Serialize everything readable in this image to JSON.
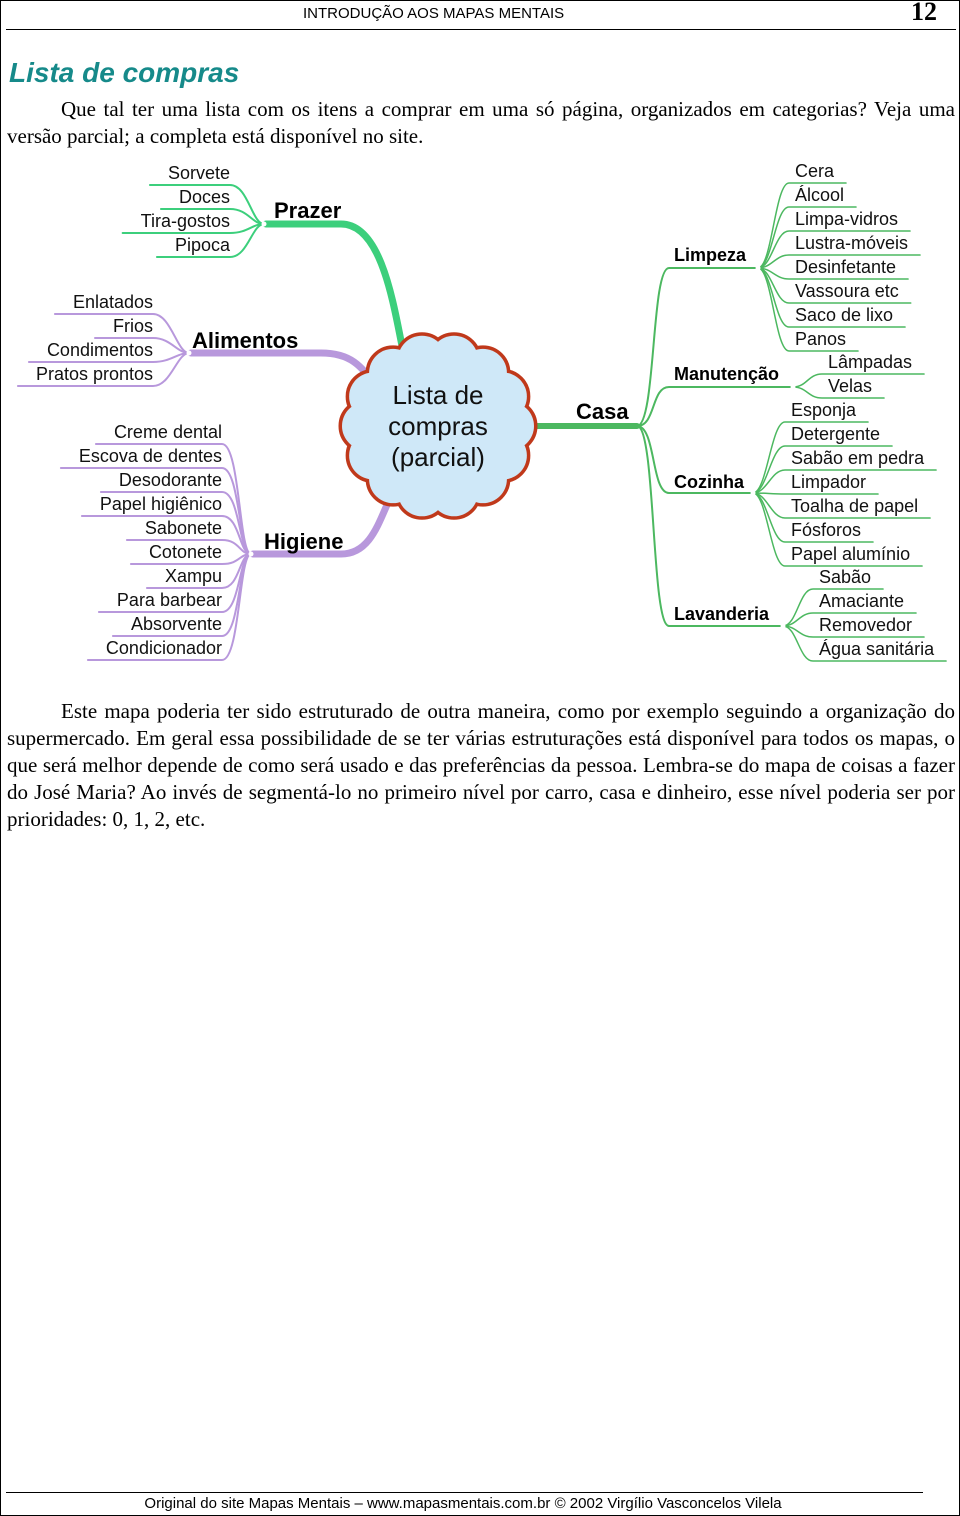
{
  "header": {
    "title": "INTRODUÇÃO AOS MAPAS MENTAIS",
    "page_number": "12"
  },
  "section_title": "Lista de compras",
  "intro": {
    "line1": "Que tal ter uma lista com os itens a comprar em uma só página, organizados em categorias? Veja uma versão parcial; a completa está disponível no site."
  },
  "map": {
    "center": [
      "Lista de",
      "compras",
      "(parcial)"
    ],
    "prazer": {
      "label": "Prazer",
      "items": [
        "Sorvete",
        "Doces",
        "Tira-gostos",
        "Pipoca"
      ]
    },
    "alimentos": {
      "label": "Alimentos",
      "items": [
        "Enlatados",
        "Frios",
        "Condimentos",
        "Pratos prontos"
      ]
    },
    "higiene": {
      "label": "Higiene",
      "items": [
        "Creme dental",
        "Escova de dentes",
        "Desodorante",
        "Papel higiênico",
        "Sabonete",
        "Cotonete",
        "Xampu",
        "Para barbear",
        "Absorvente",
        "Condicionador"
      ]
    },
    "casa": {
      "label": "Casa",
      "limpeza": {
        "label": "Limpeza",
        "items": [
          "Cera",
          "Álcool",
          "Limpa-vidros",
          "Lustra-móveis",
          "Desinfetante",
          "Vassoura etc",
          "Saco de lixo",
          "Panos"
        ]
      },
      "manutencao": {
        "label": "Manutenção",
        "items": [
          "Lâmpadas",
          "Velas"
        ]
      },
      "cozinha": {
        "label": "Cozinha",
        "items": [
          "Esponja",
          "Detergente",
          "Sabão em pedra",
          "Limpador",
          "Toalha de papel",
          "Fósforos",
          "Papel alumínio"
        ]
      },
      "lavanderia": {
        "label": "Lavanderia",
        "items": [
          "Sabão",
          "Amaciante",
          "Removedor",
          "Água sanitária"
        ]
      }
    }
  },
  "body": "Este mapa poderia ter sido estruturado de outra maneira, como por exemplo seguindo a organização do supermercado. Em geral essa possibilidade de se ter várias estruturações está disponível para todos os mapas, o que será melhor depende de como será usado e das preferências da pessoa. Lembra-se do mapa de coisas a fazer do José Maria? Ao invés de segmentá-lo no primeiro nível por carro, casa e dinheiro, esse nível poderia ser por prioridades: 0, 1, 2, etc.",
  "footer": "Original do site Mapas Mentais – www.mapasmentais.com.br  © 2002 Virgílio Vasconcelos Vilela",
  "colors": {
    "title": "#168a8a",
    "prazer": "#3ccf7c",
    "purple": "#b898dc",
    "casa": "#4cb860",
    "cloud_fill": "#cfe8f8",
    "cloud_stroke": "#c0391b"
  }
}
